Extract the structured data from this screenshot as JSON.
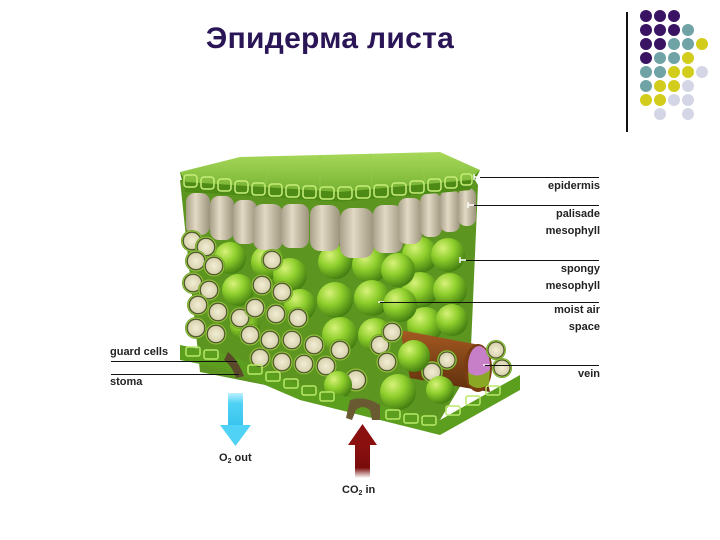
{
  "title": "Эпидерма листа",
  "colors": {
    "title": "#2a1556",
    "purple": "#3a1462",
    "teal": "#6fa3a6",
    "yellow": "#d2cd1c",
    "lavender": "#d4d6e6",
    "epidermis": "#8cc63f",
    "palisade": "#d6cbb5",
    "spongy": "#7bbd2a",
    "vein": "#8b4a1a",
    "o2_arrow": "#4fd2f5",
    "co2_arrow": "#8a1010"
  },
  "decor": {
    "dot_grid": [
      [
        "P",
        "P",
        "P",
        " ",
        " "
      ],
      [
        "P",
        "P",
        "P",
        "T",
        " "
      ],
      [
        "P",
        "P",
        "T",
        "T",
        "Y"
      ],
      [
        "P",
        "T",
        "T",
        "Y",
        " "
      ],
      [
        "T",
        "T",
        "Y",
        "Y",
        "L"
      ],
      [
        "T",
        "Y",
        "Y",
        "L",
        " "
      ],
      [
        "Y",
        "Y",
        "L",
        "L",
        " "
      ],
      [
        " ",
        "L",
        " ",
        "L",
        " "
      ]
    ]
  },
  "diagram": {
    "labels_right": [
      {
        "id": "epidermis",
        "lines": [
          "epidermis"
        ]
      },
      {
        "id": "palisade",
        "lines": [
          "palisade",
          "mesophyll"
        ]
      },
      {
        "id": "spongy",
        "lines": [
          "spongy",
          "mesophyll"
        ]
      },
      {
        "id": "moist-air",
        "lines": [
          "moist air",
          "space"
        ]
      },
      {
        "id": "vein",
        "lines": [
          "vein"
        ]
      }
    ],
    "labels_left": [
      {
        "id": "guard-cells",
        "lines": [
          "guard cells"
        ]
      },
      {
        "id": "stoma",
        "lines": [
          "stoma"
        ]
      }
    ],
    "arrows": {
      "o2": {
        "main": "O",
        "sub": "2",
        "rest": " out"
      },
      "co2": {
        "main": "CO",
        "sub": "2",
        "rest": " in"
      }
    }
  }
}
